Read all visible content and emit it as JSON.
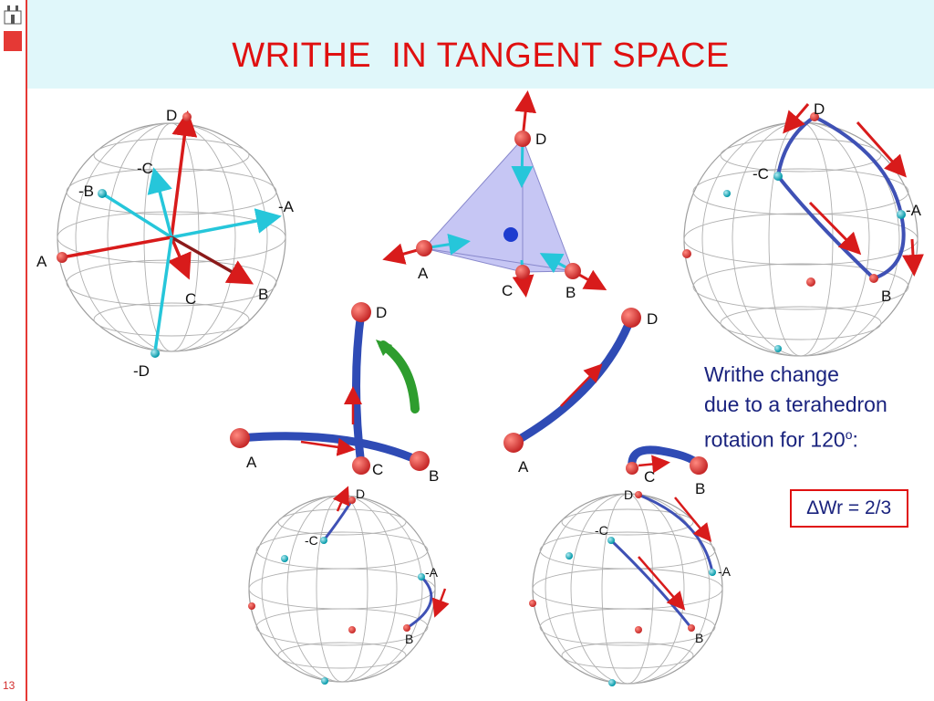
{
  "slide": {
    "title": "WRITHE  IN TANGENT SPACE",
    "number": "13"
  },
  "note": {
    "line1": "Writhe change",
    "line2": "due to a terahedron",
    "line3_pre": "rotation for 120",
    "line3_sup": "o",
    "line3_post": ":"
  },
  "delta_box": {
    "text": "∆Wr = 2/3"
  },
  "labels": {
    "s1": {
      "D": "D",
      "negC": "-C",
      "negB": "-B",
      "negA": "-A",
      "A": "A",
      "C": "C",
      "B": "B",
      "negD": "-D"
    },
    "tet": {
      "D": "D",
      "A": "A",
      "C": "C",
      "B": "B"
    },
    "s2": {
      "D": "D",
      "negC": "-C",
      "negA": "-A",
      "B": "B"
    },
    "mid1": {
      "D": "D",
      "A": "A",
      "C": "C",
      "B": "B"
    },
    "mid2": {
      "D": "D",
      "A": "A",
      "C": "C",
      "B": "B"
    },
    "s3": {
      "D": "D",
      "negC": "-C",
      "negA": "-A",
      "B": "B"
    },
    "s4": {
      "D": "D",
      "negC": "-C",
      "negA": "-A",
      "B": "B"
    }
  },
  "colors": {
    "title": "#e01010",
    "note": "#1a237e",
    "red_vector": "#d81b1b",
    "cyan_vector": "#26c6da",
    "tube": "#3f51b5",
    "green_arrow": "#2e9d2e",
    "tetra_fill": "#b3b3f0"
  }
}
